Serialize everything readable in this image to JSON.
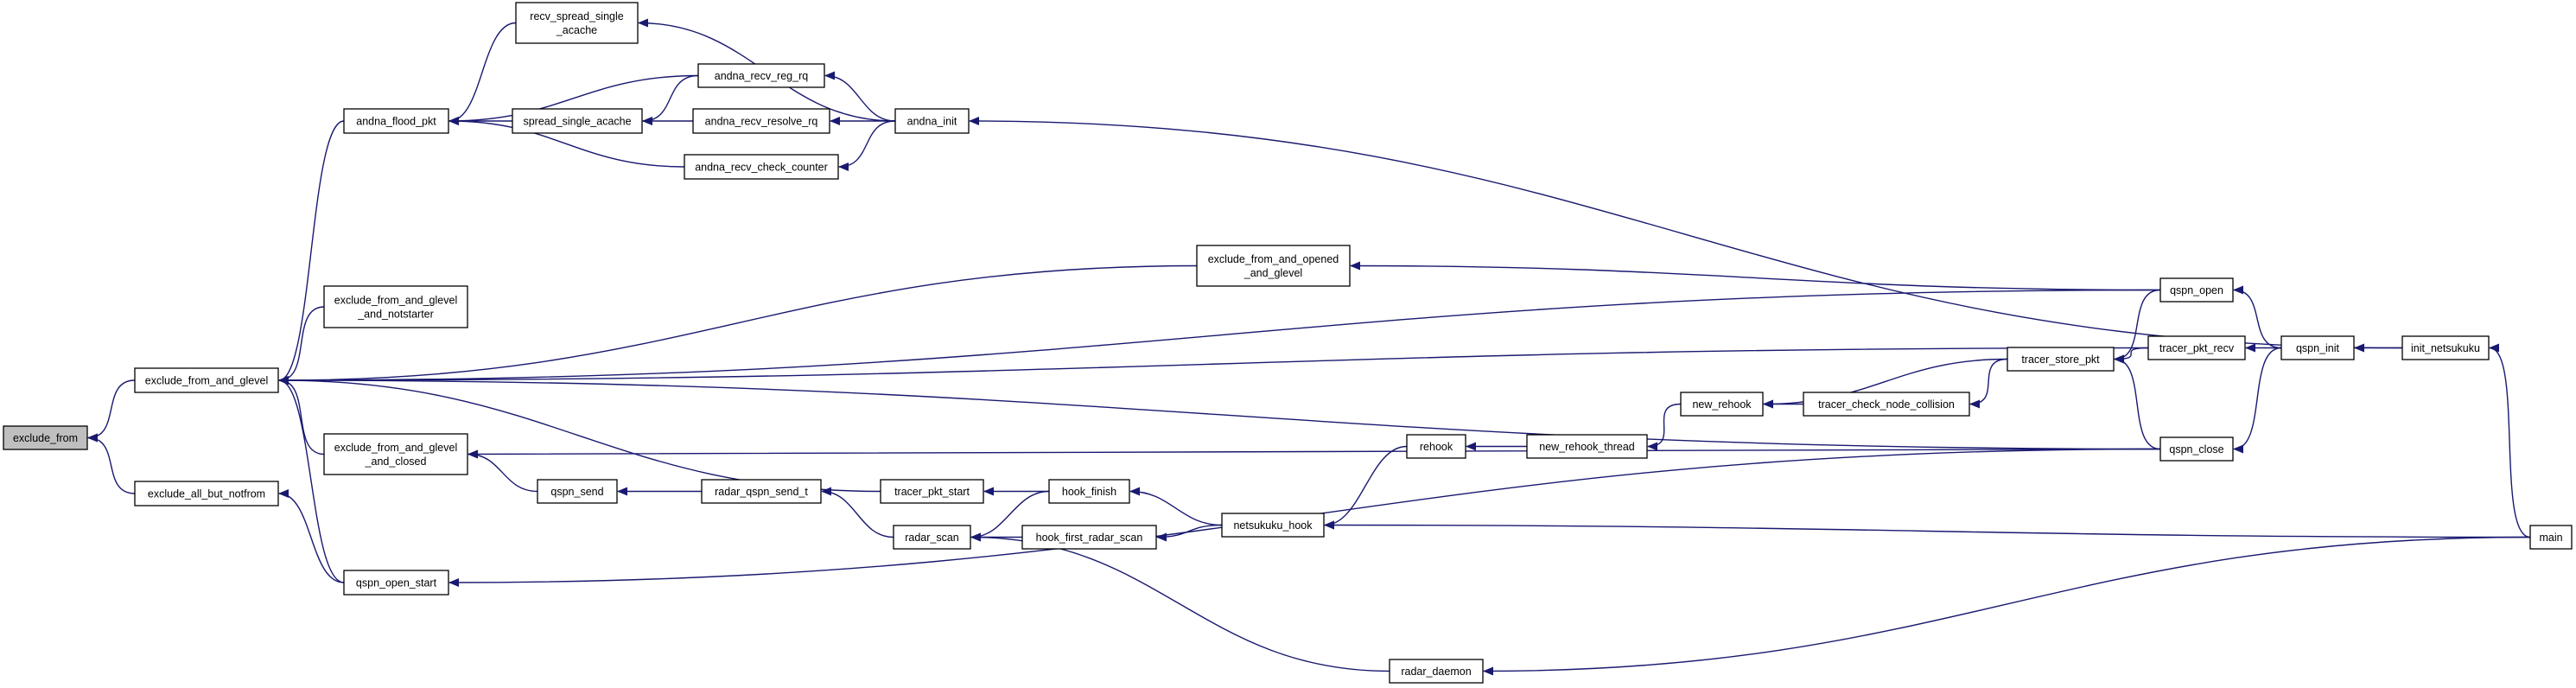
{
  "colors": {
    "edge": "#191970",
    "root_fill": "#bfbfbf",
    "node_fill": "#ffffff"
  },
  "nodes": [
    {
      "id": "exclude_from",
      "lines": [
        "exclude_from"
      ]
    },
    {
      "id": "exclude_from_and_glevel",
      "lines": [
        "exclude_from_and_glevel"
      ]
    },
    {
      "id": "exclude_all_but_notfrom",
      "lines": [
        "exclude_all_but_notfrom"
      ]
    },
    {
      "id": "andna_flood_pkt",
      "lines": [
        "andna_flood_pkt"
      ]
    },
    {
      "id": "exclude_from_and_glevel_and_notstarter",
      "lines": [
        "exclude_from_and_glevel",
        "_and_notstarter"
      ]
    },
    {
      "id": "exclude_from_and_glevel_and_closed",
      "lines": [
        "exclude_from_and_glevel",
        "_and_closed"
      ]
    },
    {
      "id": "qspn_open_start",
      "lines": [
        "qspn_open_start"
      ]
    },
    {
      "id": "recv_spread_single_acache",
      "lines": [
        "recv_spread_single",
        "_acache"
      ]
    },
    {
      "id": "spread_single_acache",
      "lines": [
        "spread_single_acache"
      ]
    },
    {
      "id": "qspn_send",
      "lines": [
        "qspn_send"
      ]
    },
    {
      "id": "andna_recv_reg_rq",
      "lines": [
        "andna_recv_reg_rq"
      ]
    },
    {
      "id": "andna_recv_resolve_rq",
      "lines": [
        "andna_recv_resolve_rq"
      ]
    },
    {
      "id": "andna_recv_check_counter",
      "lines": [
        "andna_recv_check_counter"
      ]
    },
    {
      "id": "radar_qspn_send_t",
      "lines": [
        "radar_qspn_send_t"
      ]
    },
    {
      "id": "andna_init",
      "lines": [
        "andna_init"
      ]
    },
    {
      "id": "tracer_pkt_start",
      "lines": [
        "tracer_pkt_start"
      ]
    },
    {
      "id": "radar_scan",
      "lines": [
        "radar_scan"
      ]
    },
    {
      "id": "hook_finish",
      "lines": [
        "hook_finish"
      ]
    },
    {
      "id": "hook_first_radar_scan",
      "lines": [
        "hook_first_radar_scan"
      ]
    },
    {
      "id": "exclude_from_and_opened_and_glevel",
      "lines": [
        "exclude_from_and_opened",
        "_and_glevel"
      ]
    },
    {
      "id": "netsukuku_hook",
      "lines": [
        "netsukuku_hook"
      ]
    },
    {
      "id": "radar_daemon",
      "lines": [
        "radar_daemon"
      ]
    },
    {
      "id": "rehook",
      "lines": [
        "rehook"
      ]
    },
    {
      "id": "new_rehook_thread",
      "lines": [
        "new_rehook_thread"
      ]
    },
    {
      "id": "new_rehook",
      "lines": [
        "new_rehook"
      ]
    },
    {
      "id": "tracer_check_node_collision",
      "lines": [
        "tracer_check_node_collision"
      ]
    },
    {
      "id": "tracer_store_pkt",
      "lines": [
        "tracer_store_pkt"
      ]
    },
    {
      "id": "qspn_open",
      "lines": [
        "qspn_open"
      ]
    },
    {
      "id": "qspn_close",
      "lines": [
        "qspn_close"
      ]
    },
    {
      "id": "tracer_pkt_recv",
      "lines": [
        "tracer_pkt_recv"
      ]
    },
    {
      "id": "qspn_init",
      "lines": [
        "qspn_init"
      ]
    },
    {
      "id": "init_netsukuku",
      "lines": [
        "init_netsukuku"
      ]
    },
    {
      "id": "main",
      "lines": [
        "main"
      ]
    }
  ],
  "edges": [
    [
      "exclude_from_and_glevel",
      "exclude_from"
    ],
    [
      "exclude_all_but_notfrom",
      "exclude_from"
    ],
    [
      "andna_flood_pkt",
      "exclude_from_and_glevel"
    ],
    [
      "exclude_from_and_glevel_and_notstarter",
      "exclude_from_and_glevel"
    ],
    [
      "exclude_from_and_glevel_and_closed",
      "exclude_from_and_glevel"
    ],
    [
      "qspn_open_start",
      "exclude_from_and_glevel"
    ],
    [
      "exclude_from_and_opened_and_glevel",
      "exclude_from_and_glevel"
    ],
    [
      "qspn_open",
      "exclude_from_and_glevel"
    ],
    [
      "tracer_pkt_recv",
      "exclude_from_and_glevel"
    ],
    [
      "qspn_close",
      "exclude_from_and_glevel"
    ],
    [
      "tracer_pkt_start",
      "exclude_from_and_glevel"
    ],
    [
      "qspn_open_start",
      "exclude_all_but_notfrom"
    ],
    [
      "recv_spread_single_acache",
      "andna_flood_pkt"
    ],
    [
      "spread_single_acache",
      "andna_flood_pkt"
    ],
    [
      "andna_recv_reg_rq",
      "andna_flood_pkt"
    ],
    [
      "andna_recv_check_counter",
      "andna_flood_pkt"
    ],
    [
      "andna_recv_reg_rq",
      "spread_single_acache"
    ],
    [
      "andna_recv_resolve_rq",
      "spread_single_acache"
    ],
    [
      "andna_init",
      "recv_spread_single_acache"
    ],
    [
      "andna_init",
      "andna_recv_reg_rq"
    ],
    [
      "andna_init",
      "andna_recv_resolve_rq"
    ],
    [
      "andna_init",
      "andna_recv_check_counter"
    ],
    [
      "init_netsukuku",
      "andna_init"
    ],
    [
      "qspn_send",
      "exclude_from_and_glevel_and_closed"
    ],
    [
      "qspn_close",
      "exclude_from_and_glevel_and_closed"
    ],
    [
      "radar_qspn_send_t",
      "qspn_send"
    ],
    [
      "radar_scan",
      "radar_qspn_send_t"
    ],
    [
      "qspn_close",
      "qspn_open_start"
    ],
    [
      "hook_finish",
      "tracer_pkt_start"
    ],
    [
      "hook_finish",
      "radar_scan"
    ],
    [
      "hook_first_radar_scan",
      "radar_scan"
    ],
    [
      "radar_daemon",
      "radar_scan"
    ],
    [
      "netsukuku_hook",
      "hook_finish"
    ],
    [
      "netsukuku_hook",
      "hook_first_radar_scan"
    ],
    [
      "rehook",
      "netsukuku_hook"
    ],
    [
      "main",
      "netsukuku_hook"
    ],
    [
      "main",
      "radar_daemon"
    ],
    [
      "new_rehook_thread",
      "rehook"
    ],
    [
      "new_rehook",
      "new_rehook_thread"
    ],
    [
      "tracer_store_pkt",
      "new_rehook"
    ],
    [
      "tracer_check_node_collision",
      "new_rehook"
    ],
    [
      "tracer_store_pkt",
      "tracer_check_node_collision"
    ],
    [
      "qspn_open",
      "exclude_from_and_opened_and_glevel"
    ],
    [
      "tracer_pkt_recv",
      "tracer_store_pkt"
    ],
    [
      "qspn_open",
      "tracer_store_pkt"
    ],
    [
      "qspn_close",
      "tracer_store_pkt"
    ],
    [
      "qspn_init",
      "tracer_pkt_recv"
    ],
    [
      "qspn_init",
      "qspn_open"
    ],
    [
      "qspn_init",
      "qspn_close"
    ],
    [
      "init_netsukuku",
      "qspn_init"
    ],
    [
      "main",
      "init_netsukuku"
    ]
  ]
}
